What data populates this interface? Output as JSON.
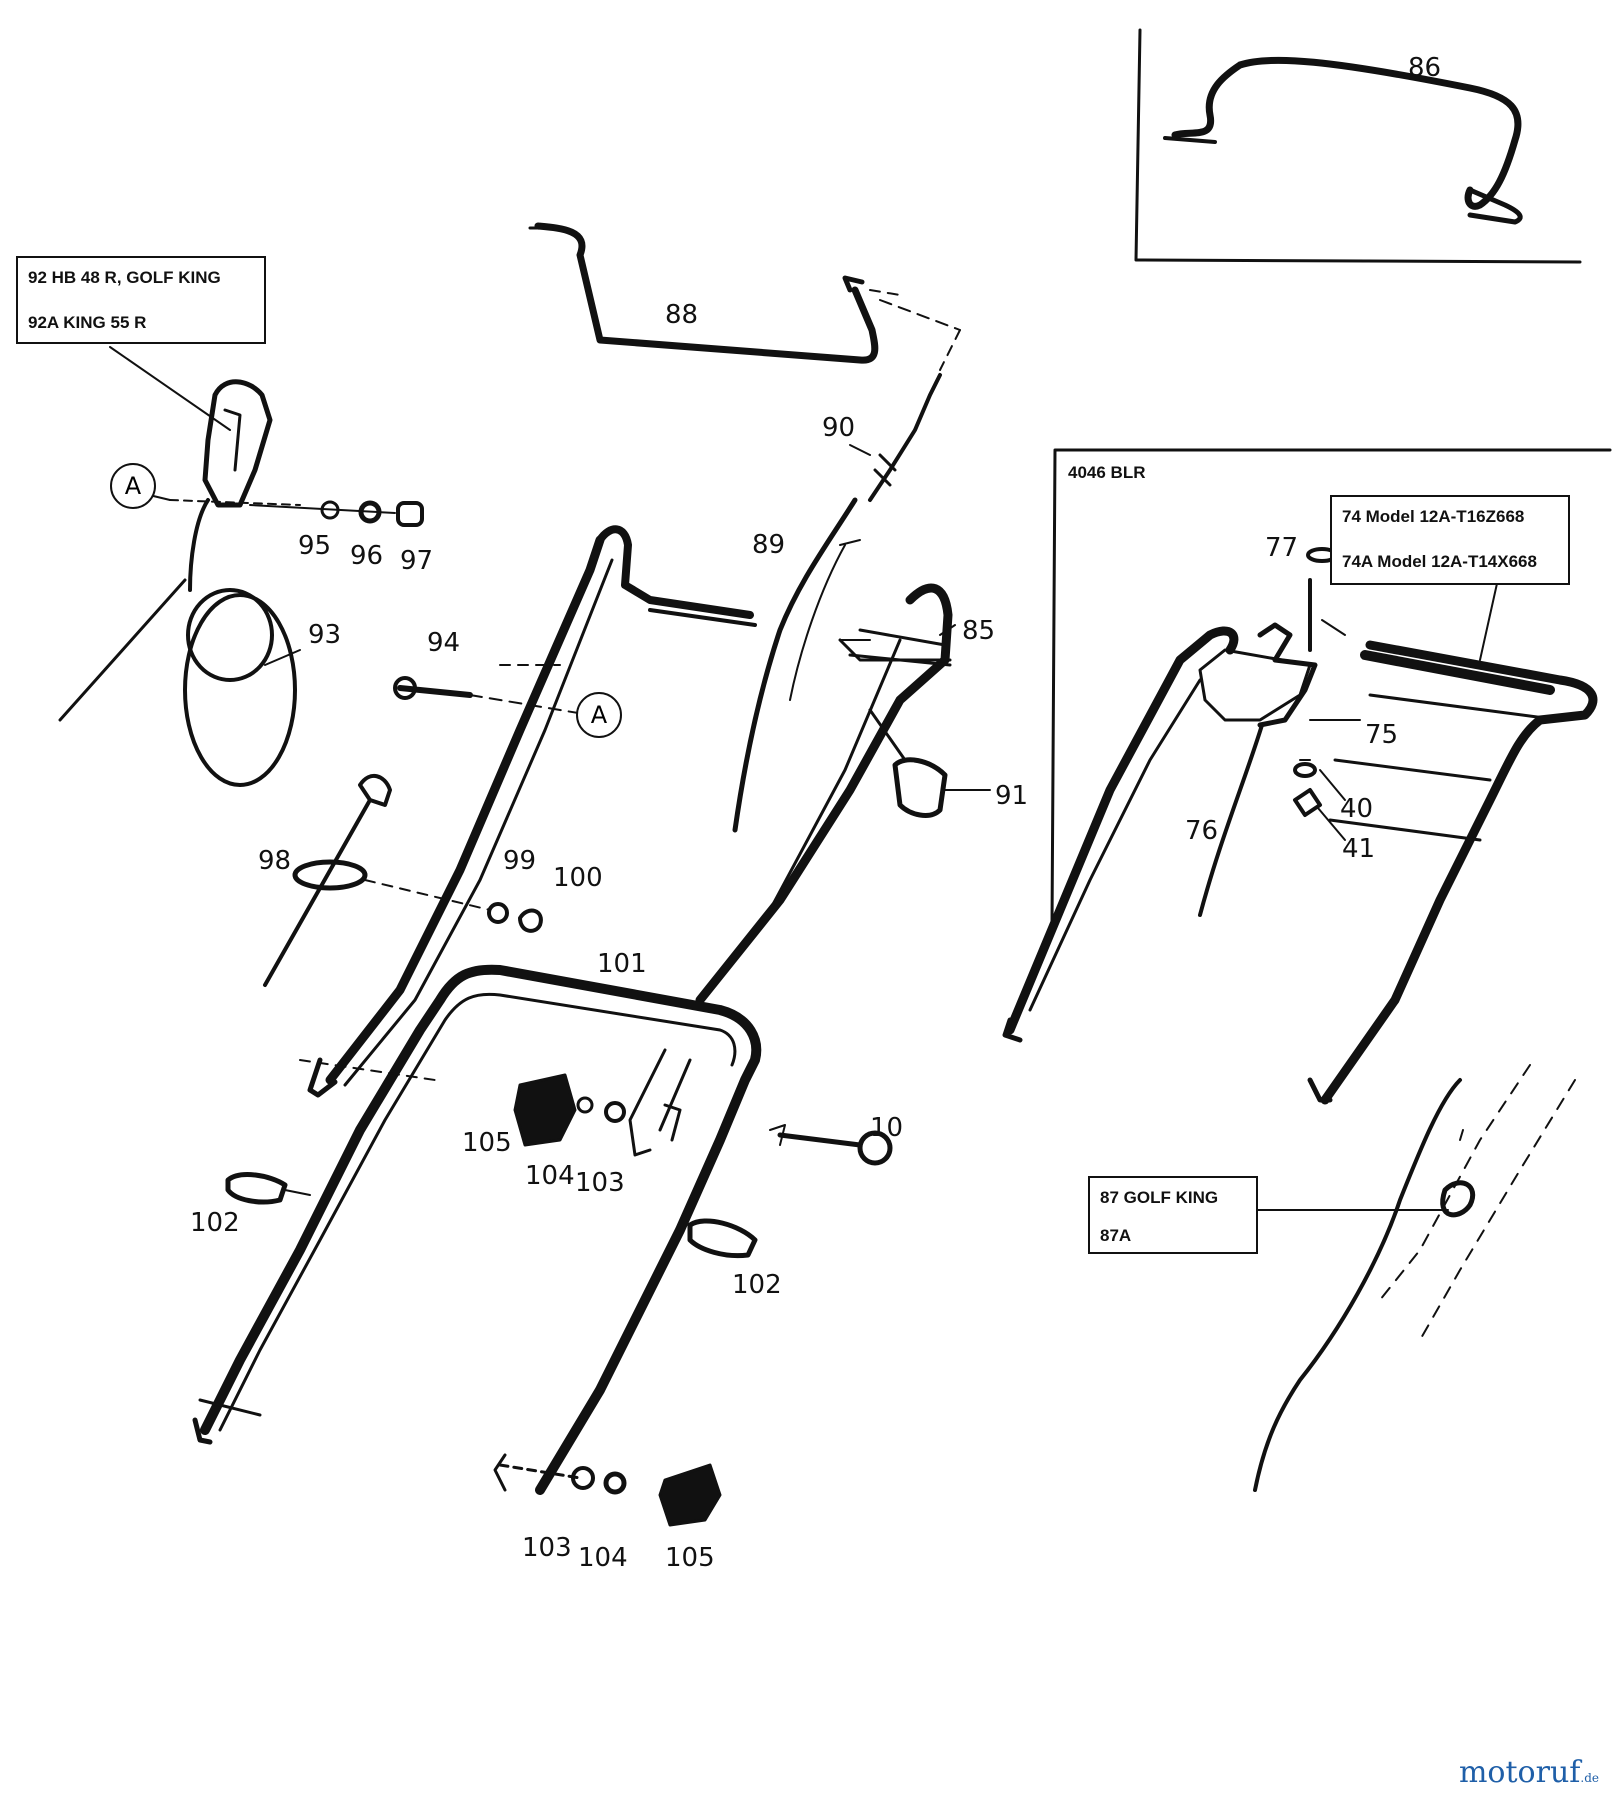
{
  "callouts": {
    "c86": "86",
    "c88": "88",
    "c90": "90",
    "c89": "89",
    "c85": "85",
    "c91": "91",
    "c95": "95",
    "c96": "96",
    "c97": "97",
    "c93": "93",
    "c94": "94",
    "c98": "98",
    "c99": "99",
    "c100": "100",
    "c101": "101",
    "c105a": "105",
    "c104a": "104",
    "c103a": "103",
    "c10": "10",
    "c102a": "102",
    "c102b": "102",
    "c103b": "103",
    "c104b": "104",
    "c105b": "105",
    "c77": "77",
    "c75": "75",
    "c40": "40",
    "c41": "41",
    "c76": "76"
  },
  "refs": {
    "a1": "A",
    "a2": "A"
  },
  "boxes": {
    "box92": {
      "line1": "92  HB 48 R, GOLF KING",
      "line2": "92A  KING 55 R"
    },
    "box74": {
      "line1": "74 Model 12A-T16Z668",
      "line2": "74A Model 12A-T14X668"
    },
    "box87": {
      "line1": "87  GOLF KING",
      "line2": "87A"
    }
  },
  "section": {
    "inset_label": "4046 BLR"
  },
  "watermark": {
    "brand": "motoruf",
    "suffix": ".de"
  },
  "colors": {
    "ink": "#111111",
    "watermark": "#1f5fa8"
  }
}
